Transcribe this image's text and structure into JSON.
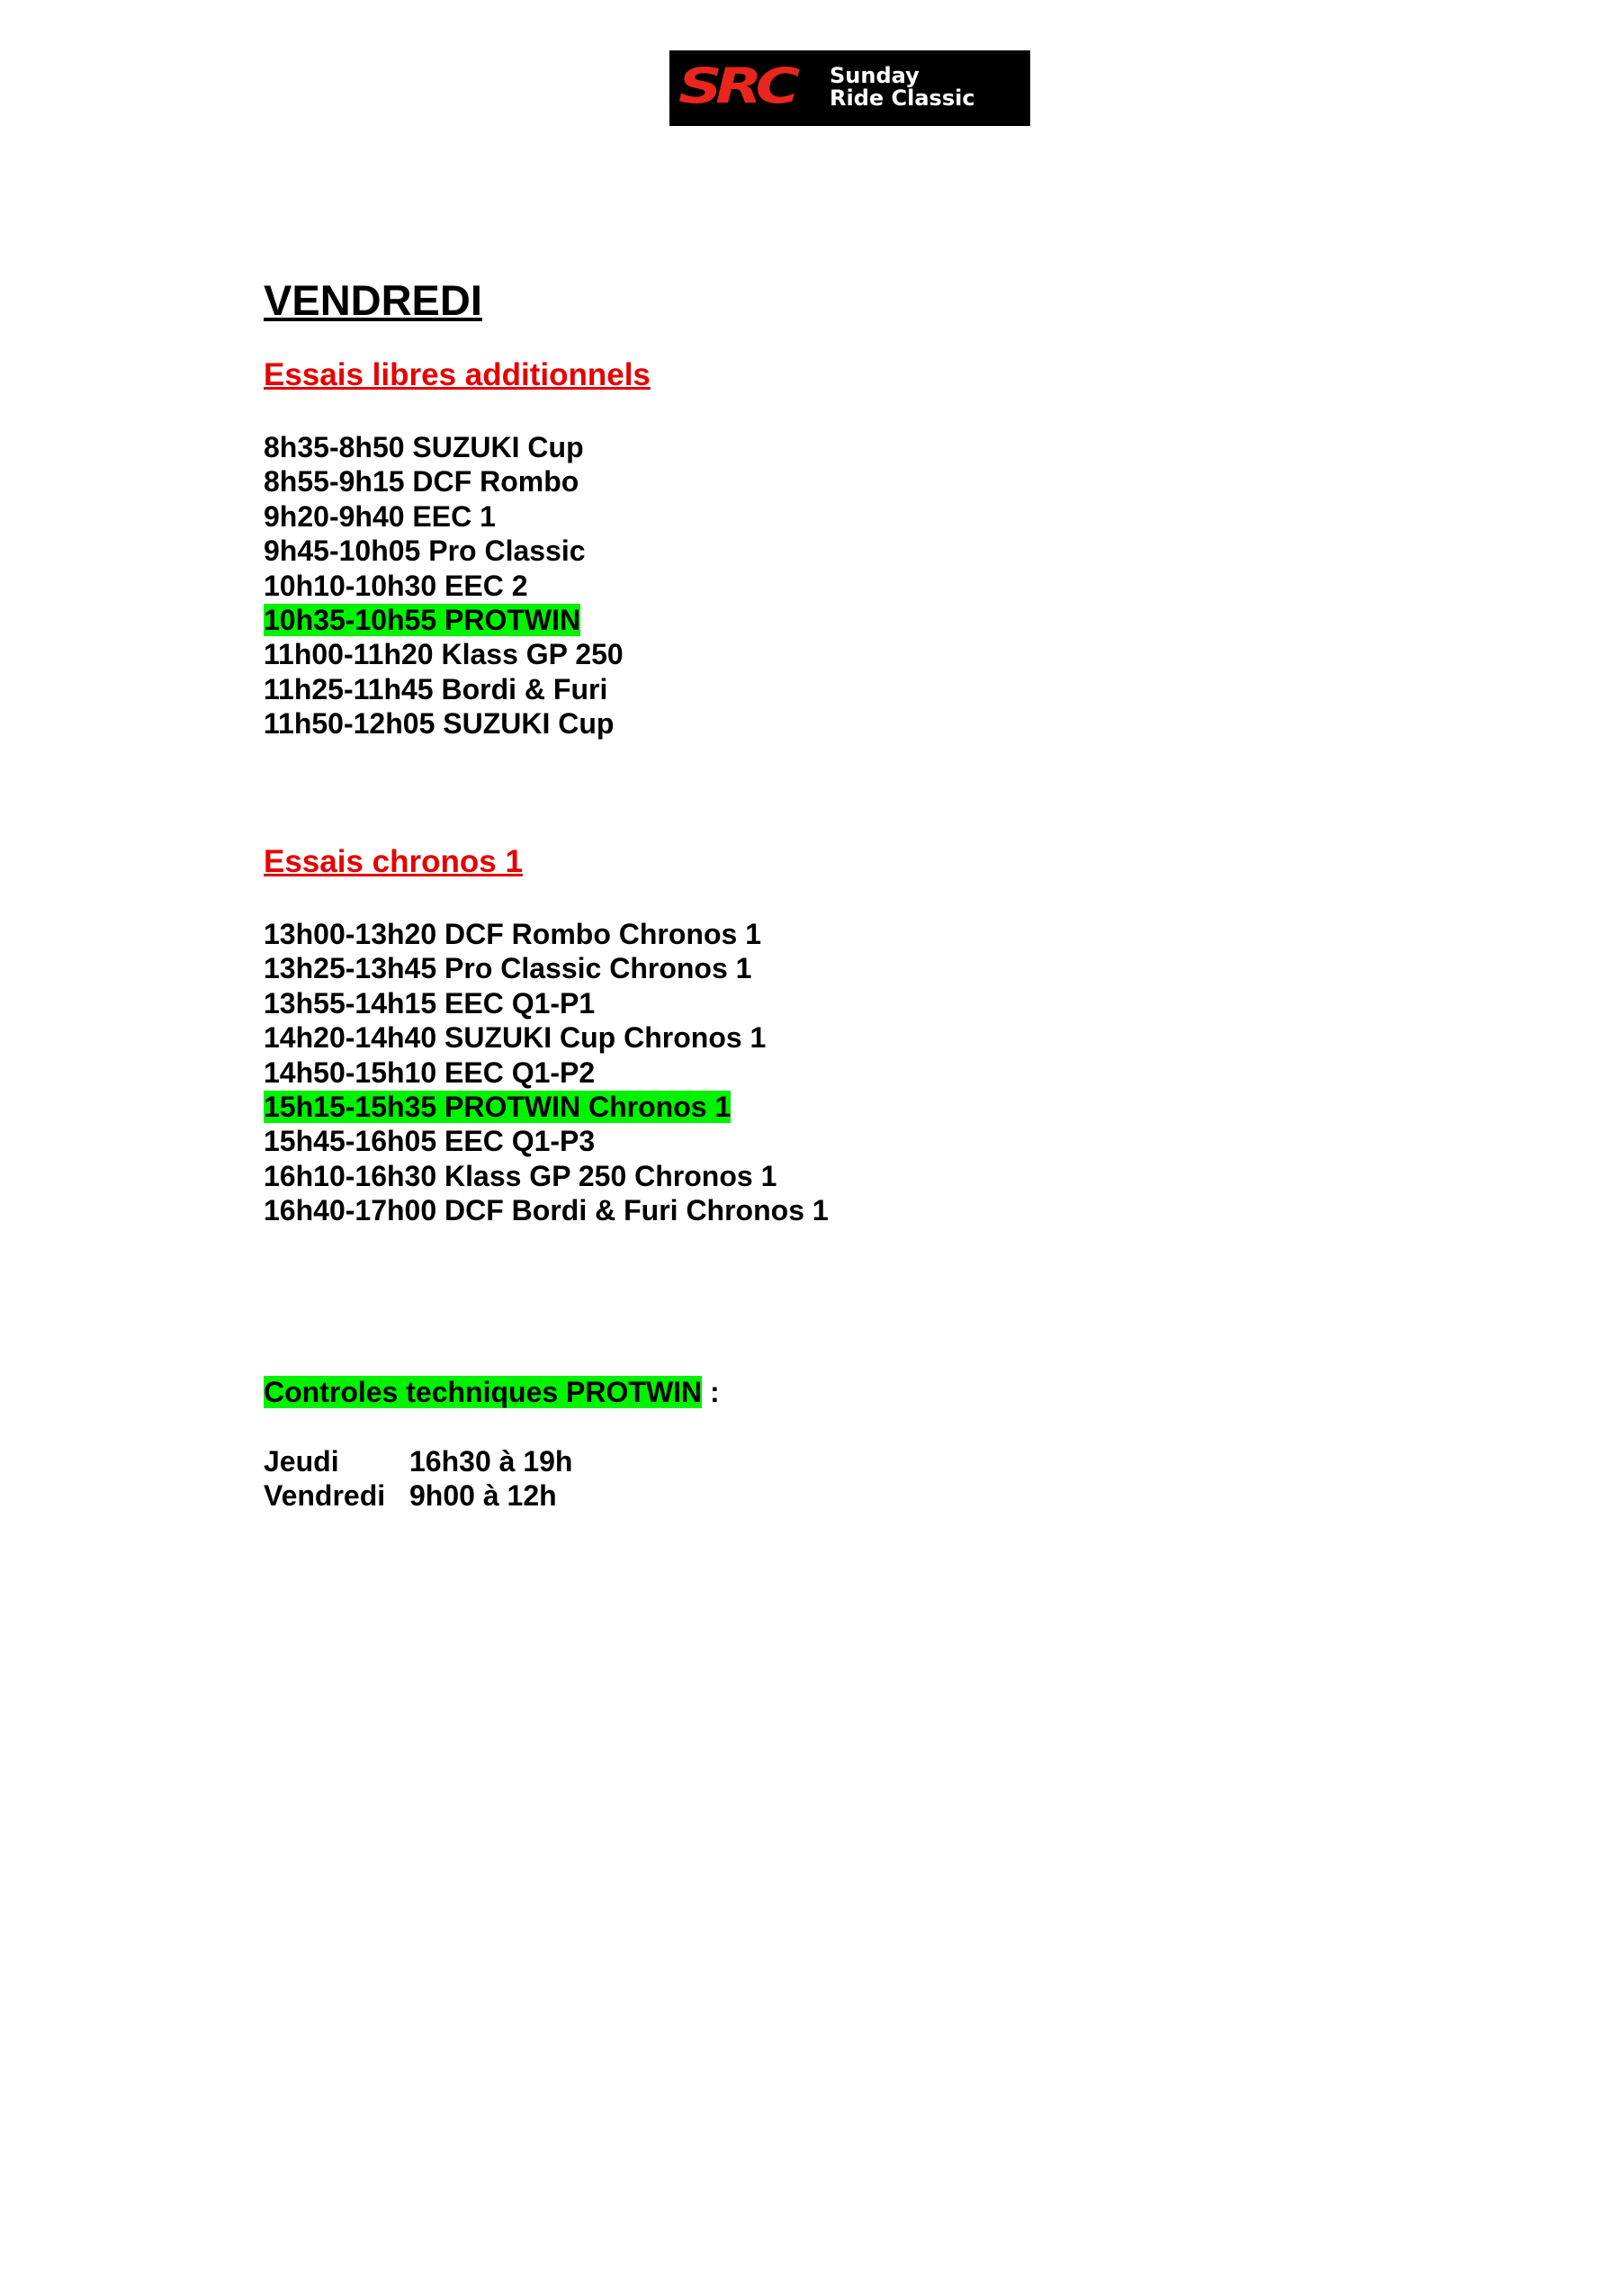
{
  "logo": {
    "mark": "SRC",
    "line1": "Sunday",
    "line2": "Ride Classic"
  },
  "day_title": "VENDREDI",
  "free_practice": {
    "title": "Essais libres additionnels",
    "items": [
      {
        "text": "8h35-8h50 SUZUKI Cup",
        "highlight": false
      },
      {
        "text": "8h55-9h15 DCF Rombo",
        "highlight": false
      },
      {
        "text": "9h20-9h40 EEC 1",
        "highlight": false
      },
      {
        "text": "9h45-10h05 Pro Classic",
        "highlight": false
      },
      {
        "text": "10h10-10h30 EEC 2",
        "highlight": false
      },
      {
        "text": "10h35-10h55 PROTWIN",
        "highlight": true
      },
      {
        "text": "11h00-11h20 Klass GP 250",
        "highlight": false
      },
      {
        "text": "11h25-11h45 Bordi & Furi",
        "highlight": false
      },
      {
        "text": "11h50-12h05 SUZUKI Cup",
        "highlight": false
      }
    ]
  },
  "qualifying": {
    "title": "Essais chronos 1",
    "items": [
      {
        "text": "13h00-13h20 DCF Rombo Chronos 1",
        "highlight": false
      },
      {
        "text": "13h25-13h45 Pro Classic Chronos 1",
        "highlight": false
      },
      {
        "text": "13h55-14h15 EEC Q1-P1",
        "highlight": false
      },
      {
        "text": "14h20-14h40 SUZUKI Cup Chronos 1",
        "highlight": false
      },
      {
        "text": "14h50-15h10 EEC Q1-P2",
        "highlight": false
      },
      {
        "text": "15h15-15h35 PROTWIN Chronos 1",
        "highlight": true
      },
      {
        "text": "15h45-16h05 EEC Q1-P3",
        "highlight": false
      },
      {
        "text": "16h10-16h30 Klass GP 250 Chronos 1",
        "highlight": false
      },
      {
        "text": "16h40-17h00 DCF Bordi & Furi Chronos 1",
        "highlight": false
      }
    ]
  },
  "tech_controls": {
    "title": "Controles techniques PROTWIN",
    "suffix": " :",
    "rows": [
      {
        "day": "Jeudi",
        "time": "16h30 à 19h"
      },
      {
        "day": "Vendredi",
        "time": "9h00 à 12h"
      }
    ]
  },
  "colors": {
    "section_title": "#e60000",
    "highlight": "#00f200",
    "logo_mark": "#e8261d"
  }
}
